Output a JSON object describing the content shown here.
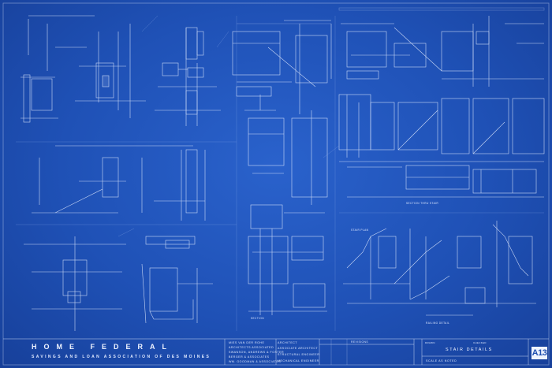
{
  "title_block": {
    "project_title": "HOME FEDERAL",
    "project_subtitle": "SAVINGS AND LOAN ASSOCIATION OF DES MOINES",
    "firm_lines": [
      "MIES VAN DER ROHE",
      "ARCHITECTS ASSOCIATED",
      "SWANSON, ANDREWS & FOSTER",
      "BERGER & ASSOCIATES",
      "WM. GOODMAN & ASSOCIATES"
    ],
    "role_lines": [
      "ARCHITECT",
      "ASSOCIATE ARCHITECT",
      "STRUCTURAL ENGINEER",
      "MECHANICAL ENGINEER"
    ],
    "revision_header": "REVISIONS",
    "drawn_label": "DRAWN",
    "checked_label": "CHECKED",
    "sheet_title": "STAIR DETAILS",
    "scale_label": "SCALE AS NOTED",
    "sheet_number": "A13"
  },
  "section_labels": [
    "RAILING DETAIL",
    "STAIR PLAN",
    "SECTION",
    "SECTION THRU STAIR"
  ],
  "colors": {
    "paper": "#1f4fb0",
    "linework": "#e6eeff",
    "faint_linework": "#9fbaf0"
  }
}
